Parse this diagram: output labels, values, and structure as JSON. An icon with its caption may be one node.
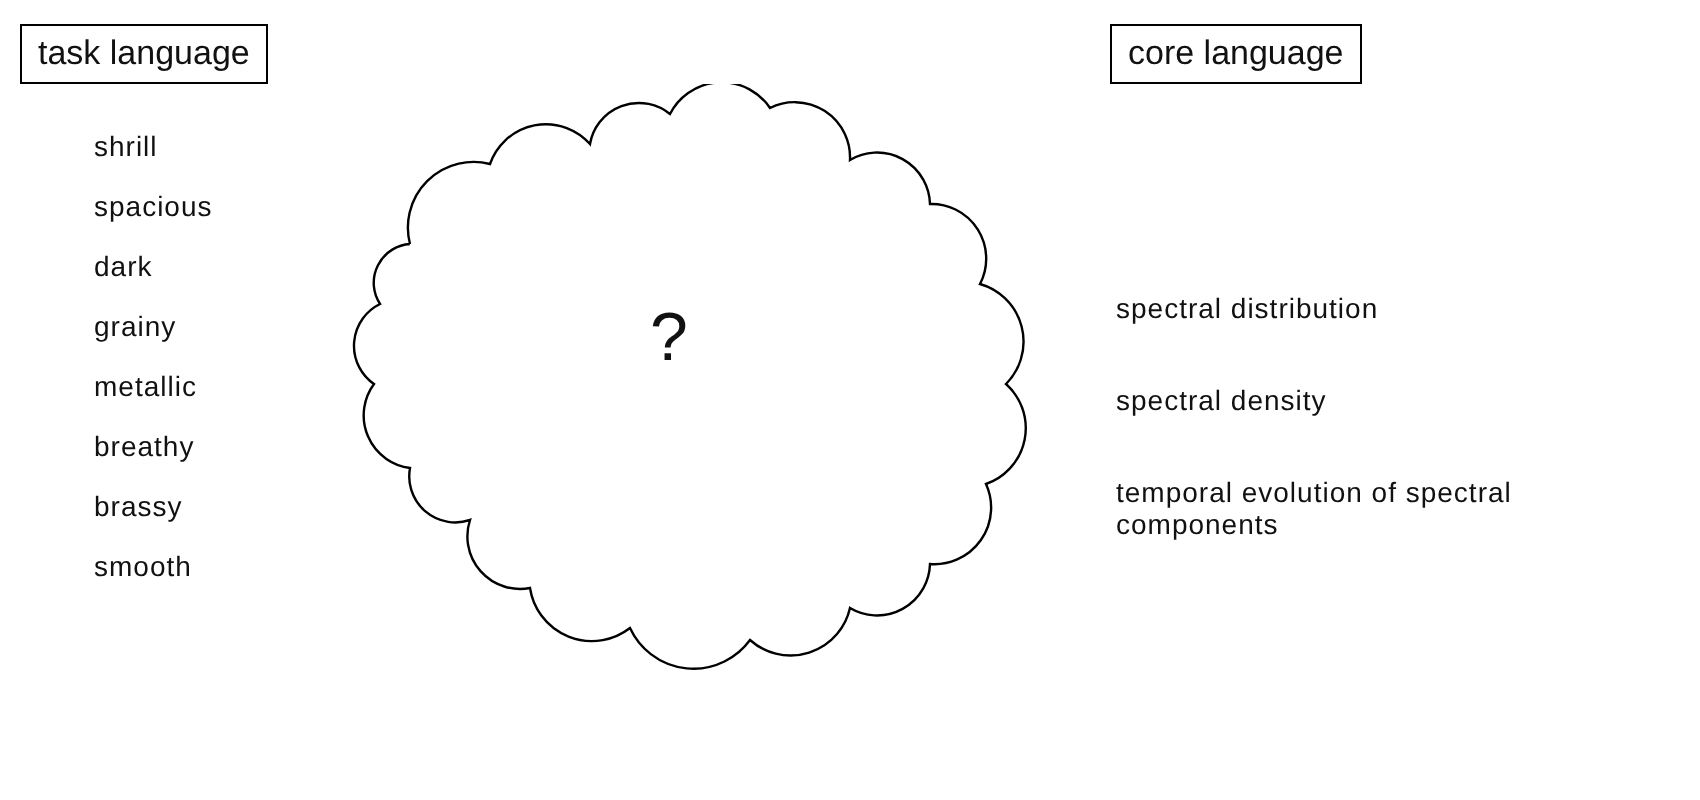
{
  "diagram": {
    "nodes": [
      {
        "text": [
          "task language"
        ]
      },
      {
        "text": [
          "core language"
        ]
      },
      {
        "text": [
          "?"
        ]
      }
    ],
    "edges": [],
    "labels": [
      "shrill",
      "spacious",
      "dark",
      "grainy",
      "metallic",
      "breathy",
      "brassy",
      "smooth",
      "spectral distribution",
      "spectral density",
      "temporal evolution of spectral components"
    ]
  }
}
